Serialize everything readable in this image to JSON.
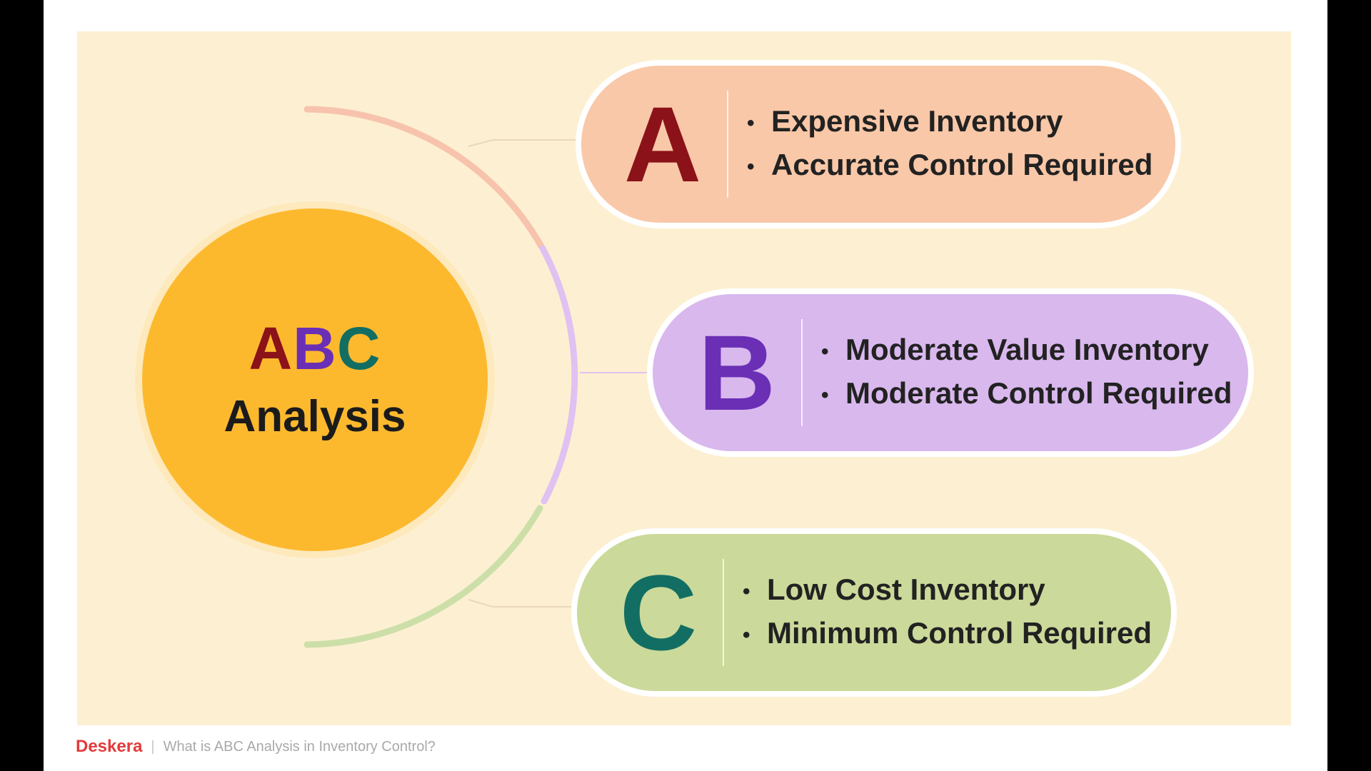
{
  "hub": {
    "letters": [
      "A",
      "B",
      "C"
    ],
    "letter_colors": [
      "#8b1218",
      "#6b2fb5",
      "#126e62"
    ],
    "title": "Analysis"
  },
  "categories": [
    {
      "letter": "A",
      "color": "#8b1218",
      "fill": "#f9c8a8",
      "arc_color": "#f7c3ac",
      "bullets": [
        "Expensive Inventory",
        "Accurate Control Required"
      ]
    },
    {
      "letter": "B",
      "color": "#6b2fb5",
      "fill": "#d9b8ee",
      "arc_color": "#e1c1f2",
      "bullets": [
        "Moderate Value Inventory",
        "Moderate Control Required"
      ]
    },
    {
      "letter": "C",
      "color": "#126e62",
      "fill": "#cbd99a",
      "arc_color": "#cddfa9",
      "bullets": [
        "Low Cost Inventory",
        "Minimum Control Required"
      ]
    }
  ],
  "footer": {
    "brand": "Deskera",
    "separator": "|",
    "caption": "What is ABC Analysis in Inventory Control?"
  }
}
